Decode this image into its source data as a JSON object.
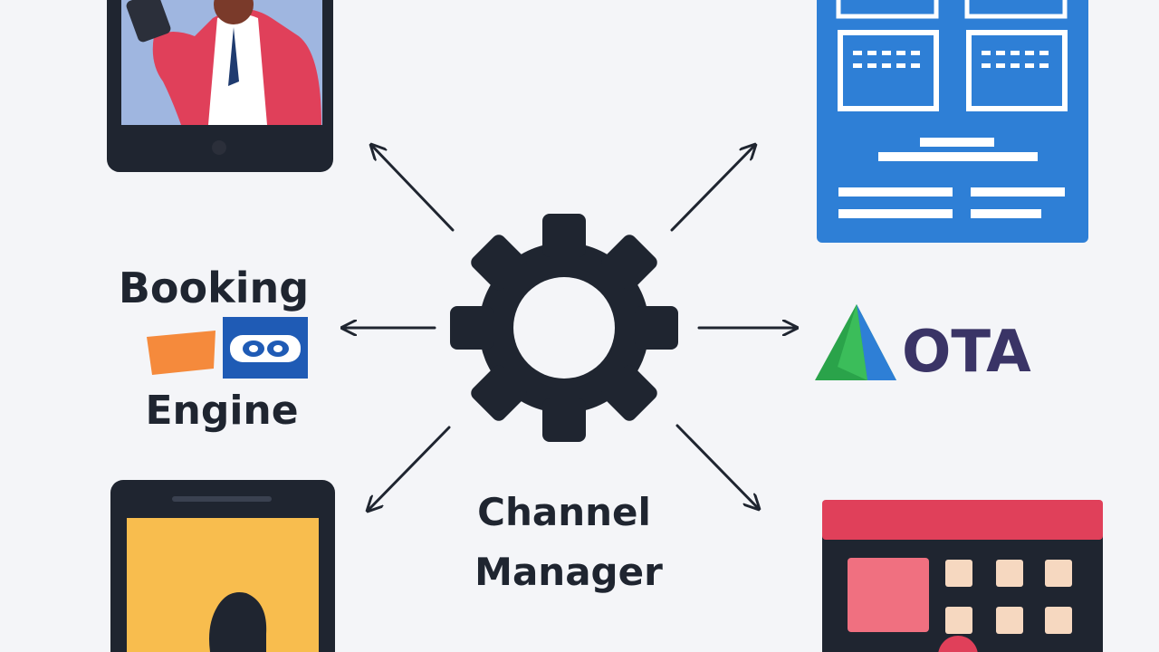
{
  "booking_engine": {
    "line1": "Booking",
    "line2": "Engine"
  },
  "ota": {
    "label": "OTA"
  },
  "channel_manager": {
    "line1": "Channel",
    "line2": "Manager"
  },
  "icons": {
    "center": "gear-icon",
    "top_left": "tablet-person-icon",
    "top_right": "website-layout-icon",
    "bottom_left": "tablet-silhouette-icon",
    "bottom_right": "calendar-icon",
    "ota_logo": "triangle-logo-icon",
    "booking_logos": "partner-logos-icon"
  },
  "colors": {
    "dark": "#1f2530",
    "blue": "#2e7fd6",
    "red": "#e0405a",
    "yellow": "#f8bd4e",
    "orange": "#f58a3c",
    "ota_text": "#3a3466"
  }
}
